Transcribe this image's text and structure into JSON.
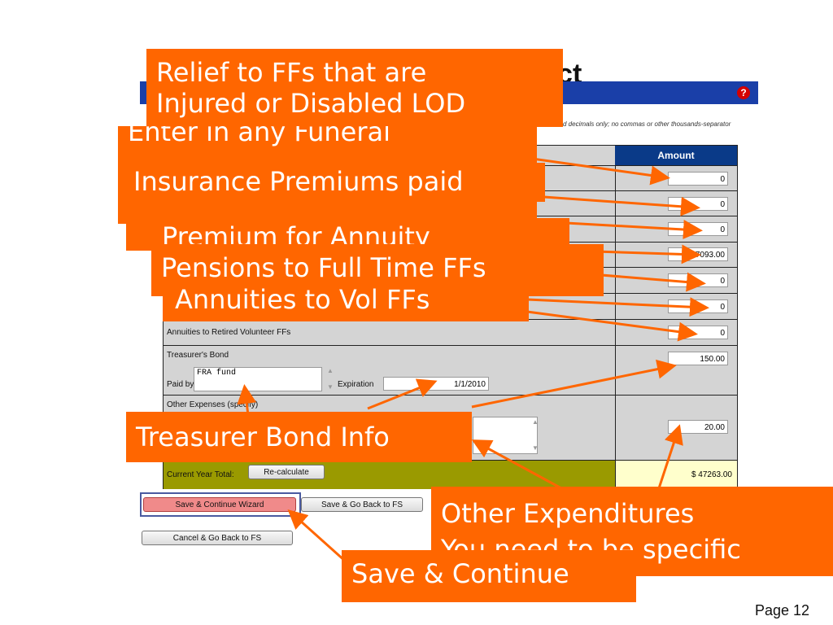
{
  "slide_title": "Project",
  "note": "d decimals only; no commas or other thousands-separator",
  "table": {
    "amount_header": "Amount",
    "currency_symbol": "$",
    "rows": [
      {
        "label": "",
        "amount": "0"
      },
      {
        "label": "",
        "amount": "0"
      },
      {
        "label": "",
        "amount": "0"
      },
      {
        "label": "",
        "amount": "47093.00"
      },
      {
        "label": "",
        "amount": "0"
      },
      {
        "label": "",
        "amount": "0"
      },
      {
        "label": "Annuities to Retired Volunteer FFs",
        "amount": "0"
      }
    ],
    "treasurer": {
      "label": "Treasurer's Bond",
      "paid_by_label": "Paid by:",
      "paid_by_value": "FRA fund",
      "expiration_label": "Expiration",
      "expiration_value": "1/1/2010",
      "amount": "150.00"
    },
    "other": {
      "label": "Other Expenses (specify)",
      "amount": "20.00"
    },
    "total": {
      "label": "Current Year Total:",
      "recalc_button": "Re-calculate",
      "amount": "$ 47263.00"
    }
  },
  "buttons": {
    "save_continue": "Save & Continue Wizard",
    "save_back": "Save & Go Back to FS",
    "cancel_back": "Cancel & Go Back to FS"
  },
  "callouts": {
    "relief": [
      "Relief to FFs that are",
      "Injured or Disabled LOD"
    ],
    "funeral": "Enter in any Funeral",
    "insurance": "Insurance Premiums paid",
    "annuity_premium": "Premium for Annuity",
    "pensions": "Pensions to Full Time FFs",
    "annuities_vol": "Annuities to Vol FFs",
    "treasurer_info": "Treasurer Bond Info",
    "other_exp": [
      "Other Expenditures",
      "You need to be specific"
    ],
    "save_continue": "Save & Continue"
  },
  "page_label": "Page 12",
  "colors": {
    "callout": "#ff6600",
    "titlebar": "#1a3fa8",
    "amount_header": "#0a3a88",
    "total_bar": "#9a9a00",
    "arrow": "#ff6600"
  }
}
